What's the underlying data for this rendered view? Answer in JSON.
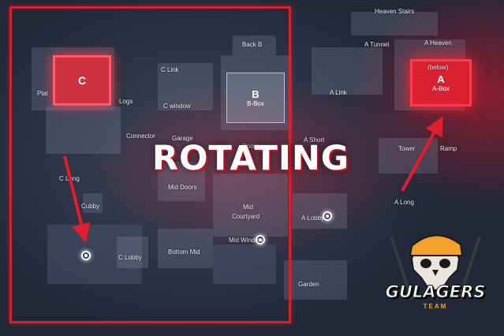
{
  "title": "ROTATING",
  "team": {
    "name": "GULAGERS",
    "tagline": "TEAM",
    "accent": "#f2a12b"
  },
  "colors": {
    "accent_red": "#d8202f",
    "map_bg": "#222838",
    "room": "#8a93aa"
  },
  "map": {
    "sites": {
      "c": {
        "letter": "C"
      },
      "b": {
        "letter": "B",
        "sub": "B-Box"
      },
      "a": {
        "letter": "A",
        "sub": "A-Box"
      }
    },
    "callouts": {
      "heaven_stairs": "Heaven Stairs",
      "back_b": "Back B",
      "a_tunnel": "A Tunnel",
      "a_heaven": "A Heaven",
      "a_heaven_below": "(below)",
      "c_link": "C Link",
      "plat": "Plat",
      "logs": "Logs",
      "c_window": "C window",
      "a_link": "A Link",
      "connector": "Connector",
      "garage": "Garage",
      "doors": "Doors",
      "a_short": "A Short",
      "a_tower": "Tower",
      "a_ramp": "Ramp",
      "c_long": "C Long",
      "mid_doors": "Mid Doors",
      "cubby": "Cubby",
      "mid_courtyard_1": "Mid",
      "mid_courtyard_2": "Courtyard",
      "a_lobby": "A Lobby",
      "a_long": "A Long",
      "mid_window": "Mid Window",
      "c_lobby": "C Lobby",
      "bottom_mid": "Bottom Mid",
      "garden": "Garden"
    }
  }
}
